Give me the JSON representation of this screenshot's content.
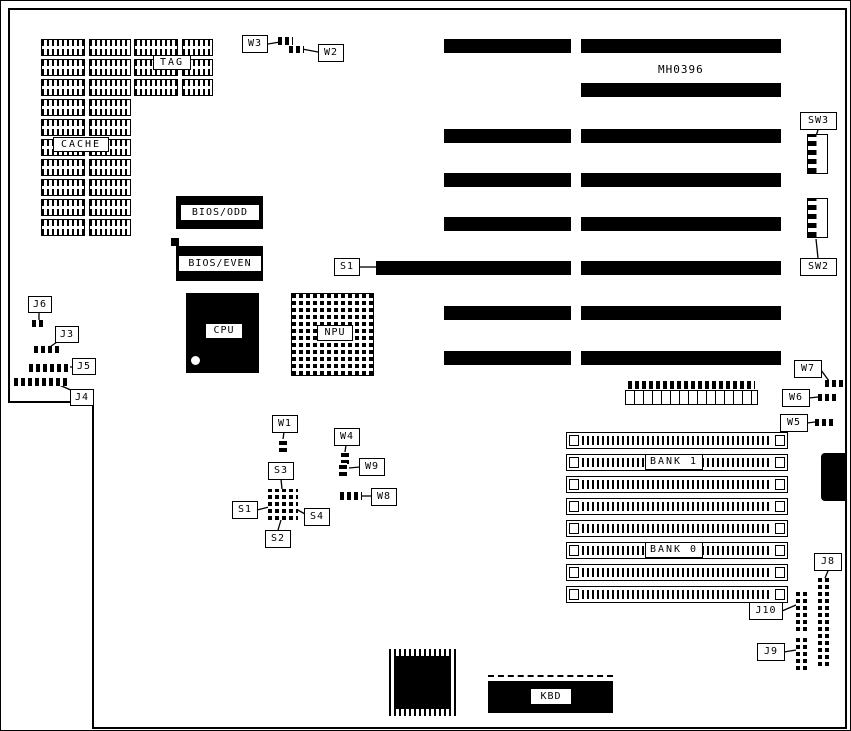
{
  "diagram": {
    "type": "motherboard-layout",
    "part_number": "MH0396"
  },
  "labels": {
    "tag": "TAG",
    "cache": "CACHE",
    "bios_odd": "BIOS/ODD",
    "bios_even": "BIOS/EVEN",
    "cpu": "CPU",
    "npu": "NPU",
    "kbd": "KBD",
    "bank0": "BANK 0",
    "bank1": "BANK 1",
    "slot_s1": "S1",
    "sw2": "SW2",
    "sw3": "SW3",
    "w1": "W1",
    "w2": "W2",
    "w3": "W3",
    "w4": "W4",
    "w5": "W5",
    "w6": "W6",
    "w7": "W7",
    "w8": "W8",
    "w9": "W9",
    "j3": "J3",
    "j4": "J4",
    "j5": "J5",
    "j6": "J6",
    "j8": "J8",
    "j9": "J9",
    "j10": "J10",
    "s1": "S1",
    "s2": "S2",
    "s3": "S3",
    "s4": "S4"
  }
}
